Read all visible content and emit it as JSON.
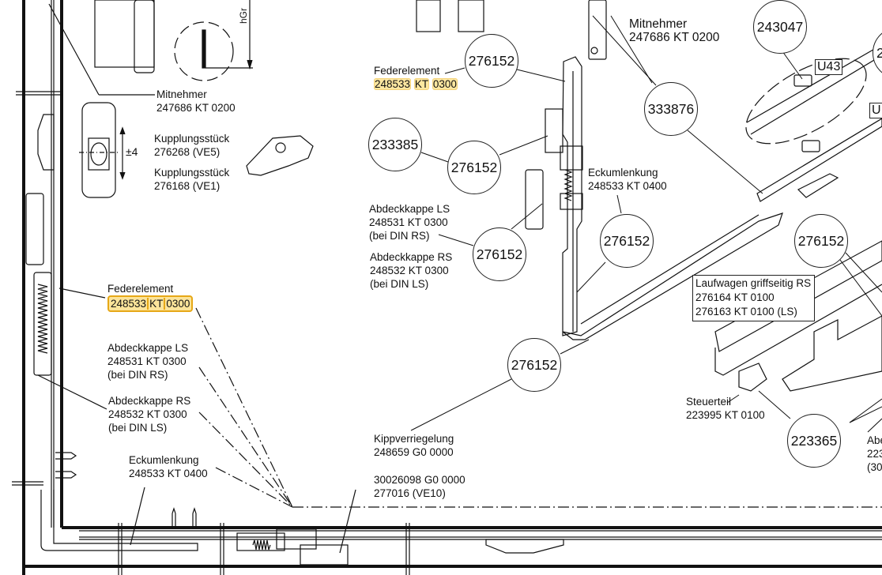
{
  "document": {
    "type": "technical hardware assembly drawing",
    "dimension_label": "hGr",
    "tolerance_label": "±4"
  },
  "labels": {
    "mitnehmer_left": {
      "name": "Mitnehmer",
      "code": "247686 KT 0200"
    },
    "kupplung_ve5": {
      "name": "Kupplungsstück",
      "code": "276268 (VE5)"
    },
    "kupplung_ve1": {
      "name": "Kupplungsstück",
      "code": "276168 (VE1)"
    },
    "federelement_left": {
      "name": "Federelement",
      "code_parts": [
        "248533",
        "KT",
        "0300"
      ]
    },
    "abdeckkappe_ls_left": {
      "name": "Abdeckkappe LS",
      "code": "248531 KT 0300",
      "note": "(bei DIN RS)"
    },
    "abdeckkappe_rs_left": {
      "name": "Abdeckkappe RS",
      "code": "248532 KT 0300",
      "note": "(bei DIN LS)"
    },
    "eckumlenkung_left": {
      "name": "Eckumlenkung",
      "code": "248533 KT 0400"
    },
    "federelement_mid": {
      "name": "Federelement",
      "code_parts": [
        "248533",
        "KT",
        "0300"
      ]
    },
    "abdeckkappe_ls_mid": {
      "name": "Abdeckkappe LS",
      "code": "248531 KT 0300",
      "note": "(bei DIN RS)"
    },
    "abdeckkappe_rs_mid": {
      "name": "Abdeckkappe RS",
      "code": "248532 KT 0300",
      "note": "(bei DIN LS)"
    },
    "kippverriegelung": {
      "name": "Kippverriegelung",
      "code": "248659 G0 0000"
    },
    "screw": {
      "code": "30026098 G0 0000",
      "code2": "277016 (VE10)"
    },
    "mitnehmer_right": {
      "name": "Mitnehmer",
      "code": "247686 KT 0200"
    },
    "eckumlenkung_mid": {
      "name": "Eckumlenkung",
      "code": "248533 KT 0400"
    },
    "laufwagen": {
      "name": "Laufwagen griffseitig RS",
      "code": "276164 KT 0100",
      "code2": "276163 KT 0100 (LS)"
    },
    "steuerteil": {
      "name": "Steuerteil",
      "code": "223995 KT 0100"
    },
    "abdeck_cut": {
      "line1": "Abe",
      "line2": "223",
      "line3": "(30"
    }
  },
  "bubbles": [
    {
      "id": "b1",
      "text": "276152"
    },
    {
      "id": "b2",
      "text": "233385"
    },
    {
      "id": "b3",
      "text": "276152"
    },
    {
      "id": "b4",
      "text": "276152"
    },
    {
      "id": "b5",
      "text": "276152"
    },
    {
      "id": "b6",
      "text": "276152"
    },
    {
      "id": "b7",
      "text": "333876"
    },
    {
      "id": "b8",
      "text": "243047"
    },
    {
      "id": "b9",
      "text": "276152"
    },
    {
      "id": "b10",
      "text": "223365"
    },
    {
      "id": "b11",
      "text": "2"
    }
  ],
  "tags": [
    {
      "id": "t1",
      "text": "U43"
    },
    {
      "id": "t2",
      "text": "U"
    }
  ],
  "colors": {
    "highlight": "#fde7a0",
    "highlight_selected_border": "#e6a817",
    "ink": "#111111"
  }
}
